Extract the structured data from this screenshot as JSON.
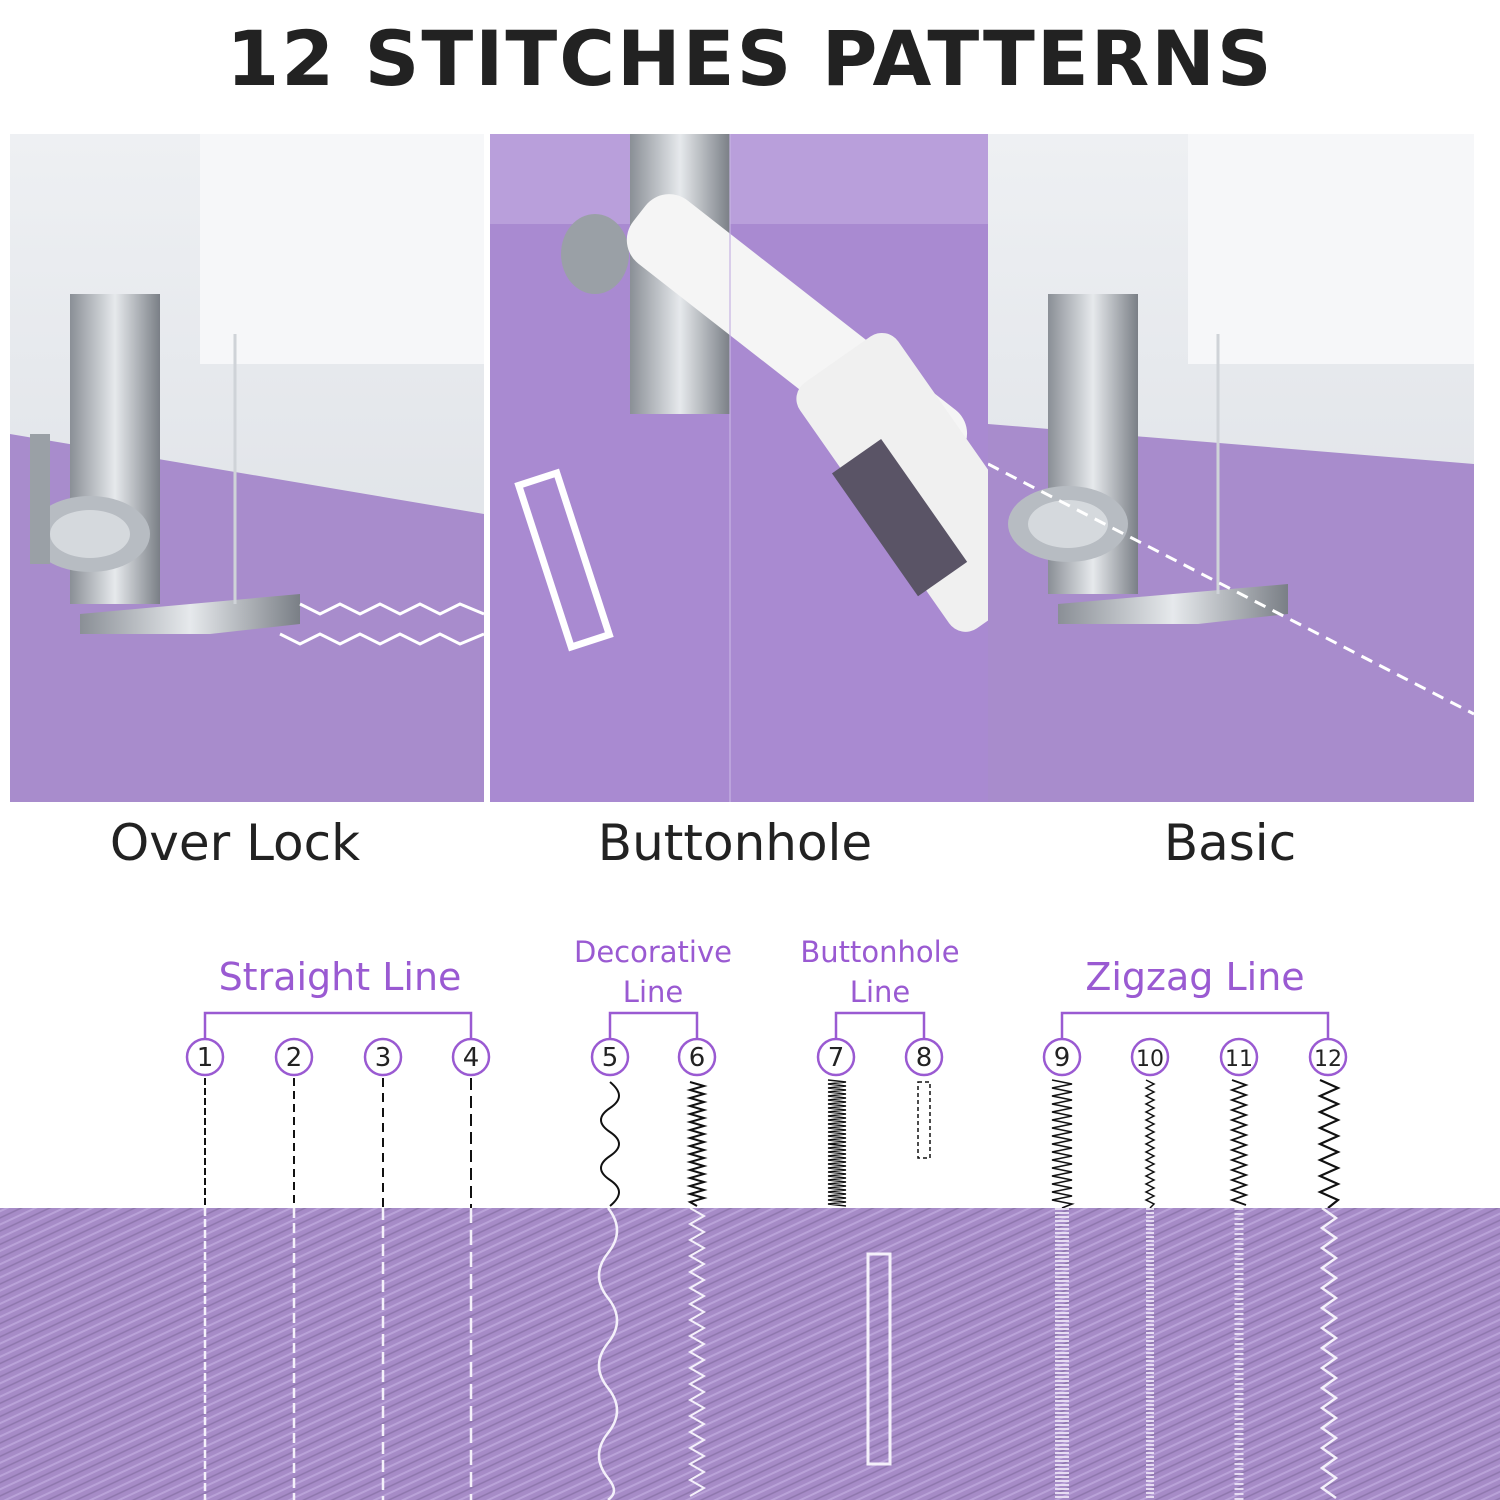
{
  "title": "12 STITCHES PATTERNS",
  "photos": [
    {
      "caption": "Over Lock"
    },
    {
      "caption": "Buttonhole"
    },
    {
      "caption": "Basic"
    }
  ],
  "groups": [
    {
      "label_lines": [
        "Straight Line"
      ],
      "numbers": [
        "1",
        "2",
        "3",
        "4"
      ]
    },
    {
      "label_lines": [
        "Decorative",
        "Line"
      ],
      "numbers": [
        "5",
        "6"
      ]
    },
    {
      "label_lines": [
        "Buttonhole",
        "Line"
      ],
      "numbers": [
        "7",
        "8"
      ]
    },
    {
      "label_lines": [
        "Zigzag Line"
      ],
      "numbers": [
        "9",
        "10",
        "11",
        "12"
      ]
    }
  ],
  "colors": {
    "fabric": "#a68bc7",
    "accent": "#9a5ad2",
    "text": "#222222"
  }
}
